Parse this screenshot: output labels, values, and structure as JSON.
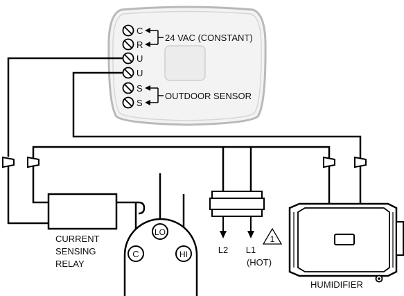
{
  "terminals": [
    {
      "letter": "C"
    },
    {
      "letter": "R"
    },
    {
      "letter": "U"
    },
    {
      "letter": "U"
    },
    {
      "letter": "S"
    },
    {
      "letter": "S"
    }
  ],
  "labels": {
    "vac": "24 VAC (CONSTANT)",
    "outdoor": "OUTDOOR SENSOR",
    "relay_line1": "CURRENT",
    "relay_line2": "SENSING",
    "relay_line3": "RELAY",
    "motor_c": "C",
    "motor_lo": "LO",
    "motor_hi": "HI",
    "l2": "L2",
    "l1": "L1",
    "hot": "(HOT)",
    "note_number": "1",
    "humidifier": "HUMIDIFIER"
  }
}
